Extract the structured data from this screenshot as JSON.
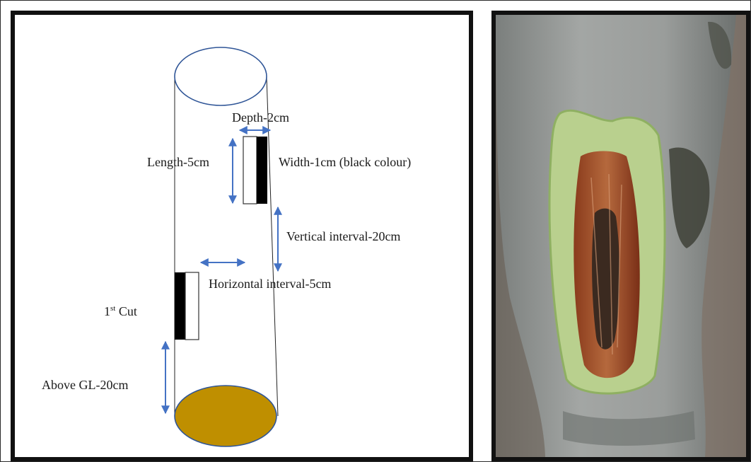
{
  "diagram": {
    "labels": {
      "depth": "Depth-2cm",
      "length": "Length-5cm",
      "width": "Width-1cm (black colour)",
      "vertical_interval": "Vertical interval-20cm",
      "horizontal_interval": "Horizontal interval-5cm",
      "first_cut_num": "1",
      "first_cut_sup": "st",
      "first_cut_word": " Cut",
      "above_gl": "Above GL-20cm"
    },
    "colors": {
      "arrow": "#4472c4",
      "cylinder_outline": "#2f5597",
      "ground_fill": "#bf8f00",
      "cut_fill": "#000000"
    }
  },
  "photo": {
    "subject": "tree trunk with tapping cut"
  }
}
